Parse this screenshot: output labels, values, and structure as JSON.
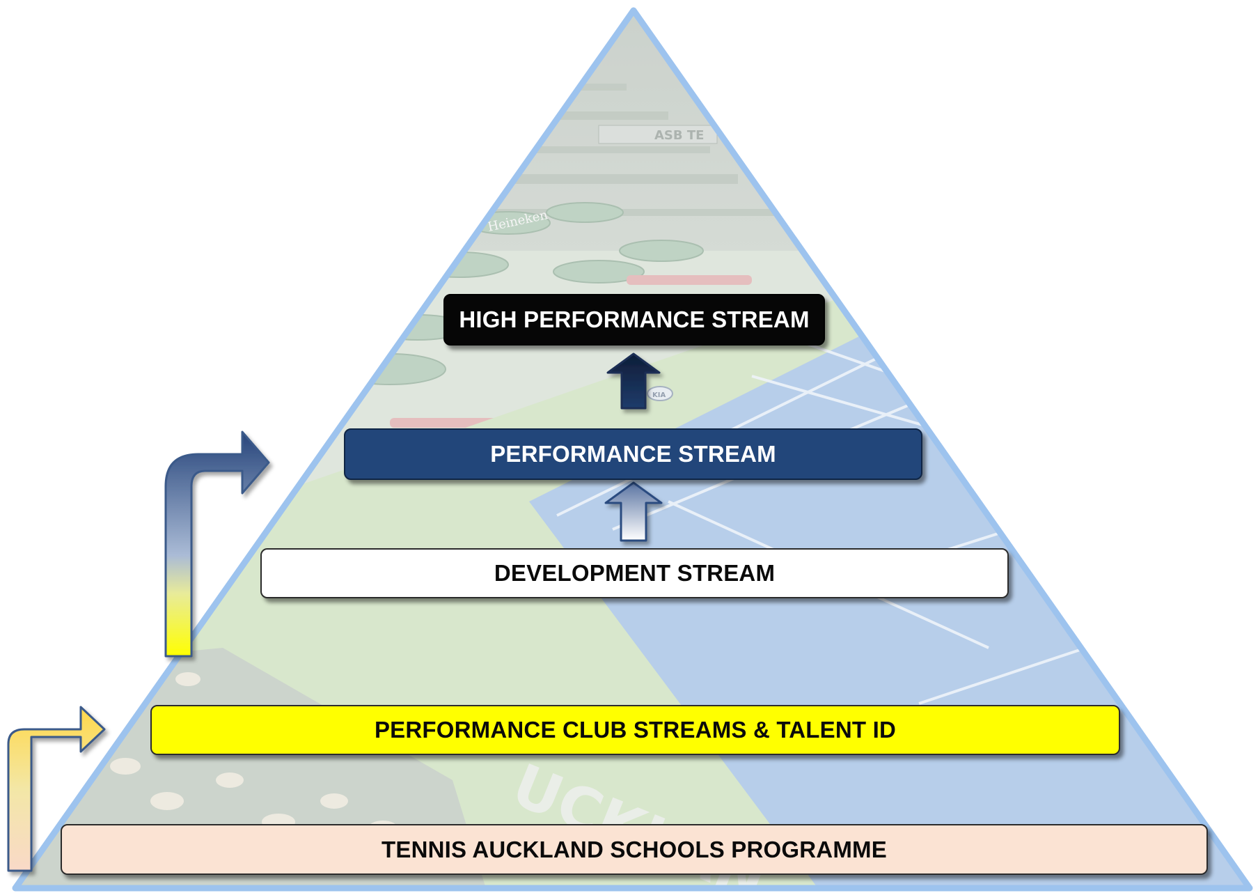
{
  "tiers": {
    "high_performance": "HIGH PERFORMANCE STREAM",
    "performance": "PERFORMANCE STREAM",
    "development": "DEVELOPMENT STREAM",
    "club": "PERFORMANCE CLUB STREAMS & TALENT ID",
    "schools": "TENNIS AUCKLAND SCHOOLS PROGRAMME"
  },
  "background_image": {
    "banner_text": "ASB TE",
    "umbrella_text": "Heineken",
    "sponsor_badge": "KIA",
    "court_text": "UCKLAN"
  },
  "colors": {
    "pyramid_outline": "#9dc3ee",
    "high_performance_fill": "#060606",
    "performance_fill": "#22467a",
    "development_fill": "#ffffff",
    "club_fill": "#ffff00",
    "schools_fill": "#fbe3d3",
    "court_blue": "#8fb2dc",
    "court_green": "#c6dcb6"
  }
}
